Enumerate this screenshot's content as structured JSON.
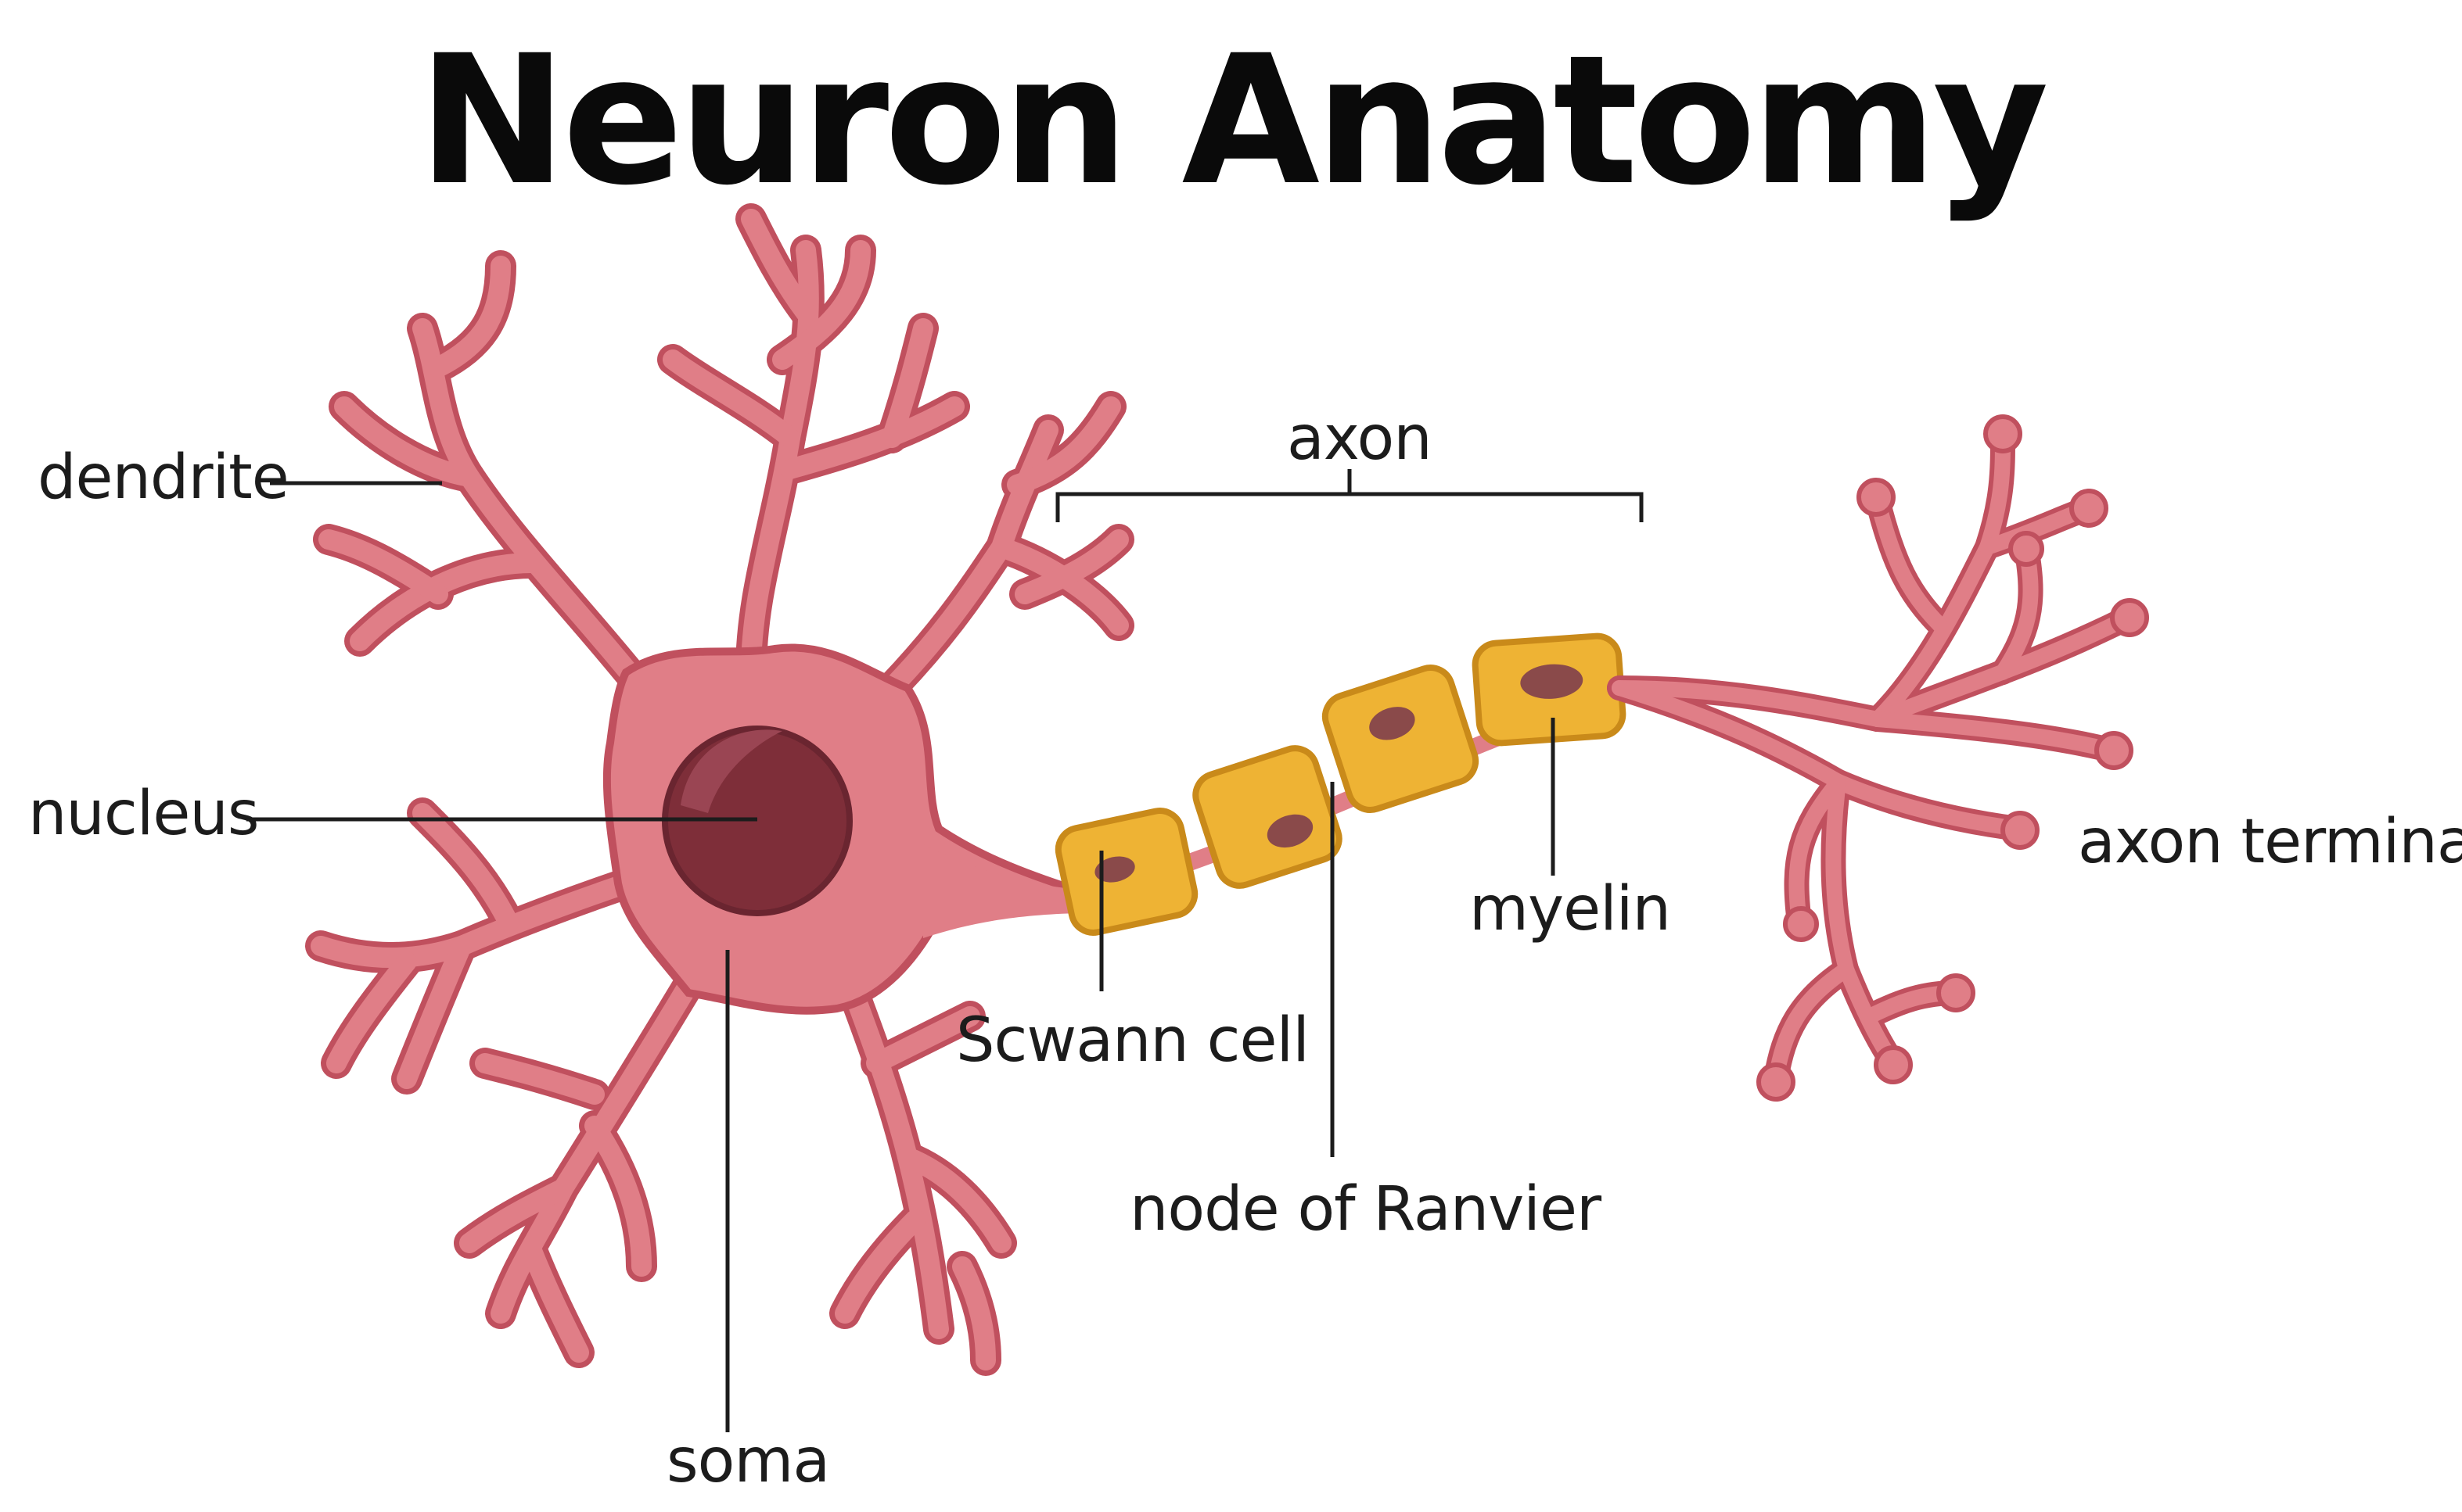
{
  "title": "Neuron Anatomy",
  "labels": {
    "dendrite": "dendrite",
    "nucleus": "nucleus",
    "soma": "soma",
    "axon": "axon",
    "schwann_cell": "Scwann cell",
    "node_of_ranvier": "node of Ranvier",
    "myelin": "myelin",
    "axon_terminal": "axon terminal"
  },
  "colors": {
    "cell_body": "#E07E87",
    "cell_outline": "#C0505E",
    "nucleus": "#7E2E39",
    "nucleus_highlight": "#9A4553",
    "myelin": "#EEB334",
    "myelin_outline": "#C98A1A",
    "schwann_nucleus": "#8A4A4A",
    "leader_line": "#1c1c1c"
  }
}
